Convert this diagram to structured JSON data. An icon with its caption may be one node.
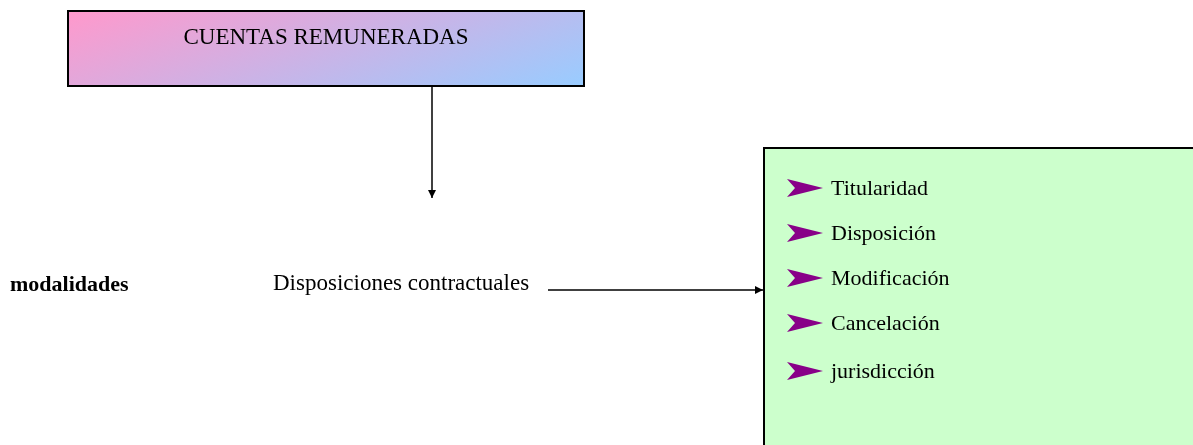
{
  "diagram": {
    "nodes": [
      {
        "text": [
          "CUENTAS REMUNERADAS"
        ]
      },
      {
        "text": [
          "Disposiciones contractuales"
        ]
      },
      {
        "text": [
          "Titularidad",
          "Disposición",
          "Modificación",
          "Cancelación",
          "jurisdicción"
        ]
      }
    ],
    "edges": [
      {
        "from": 0,
        "to": null,
        "arrow": "to"
      },
      {
        "from": 1,
        "to": 2,
        "arrow": "to"
      }
    ],
    "labels": [
      "modalidades"
    ]
  }
}
